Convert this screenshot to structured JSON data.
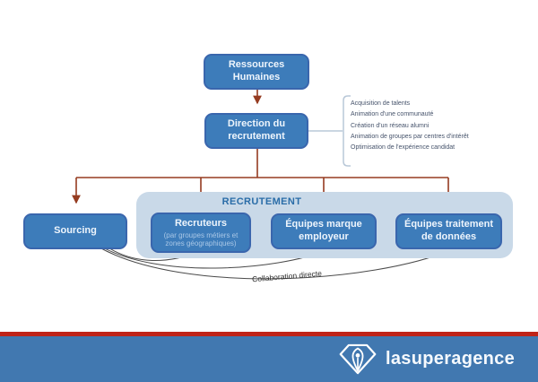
{
  "diagram": {
    "nodes": {
      "ressources_humaines": {
        "label": "Ressources Humaines"
      },
      "direction_recrutement": {
        "label": "Direction du recrutement"
      },
      "sourcing": {
        "label": "Sourcing"
      },
      "recruteurs": {
        "label": "Recruteurs",
        "sublabel": "(par groupes métiers et zones géographiques)"
      },
      "equipes_marque": {
        "label": "Équipes marque employeur"
      },
      "equipes_traitement": {
        "label": "Équipes traitement de données"
      }
    },
    "group": {
      "title": "RECRUTEMENT"
    },
    "direction_responsibilities": [
      "Acquisition de talents",
      "Animation d'une communauté",
      "Création d'un réseau alumni",
      "Animation de groupes par centres d'intérêt",
      "Optimisation de l'expérience candidat"
    ],
    "collaboration_label": "Collaboration directe"
  },
  "footer": {
    "brand": "lasuperagence"
  },
  "colors": {
    "node_fill": "#3d7cba",
    "node_border": "#3a66ad",
    "group_fill": "#c9d9e8",
    "group_title_blue": "#2a6da8",
    "connector_red": "#953b20",
    "bracket_blue": "#b9c8d8",
    "collab_line_gray": "#4a4a4a",
    "footer_blue": "#4178b0",
    "stripe_red": "#bf2318"
  }
}
